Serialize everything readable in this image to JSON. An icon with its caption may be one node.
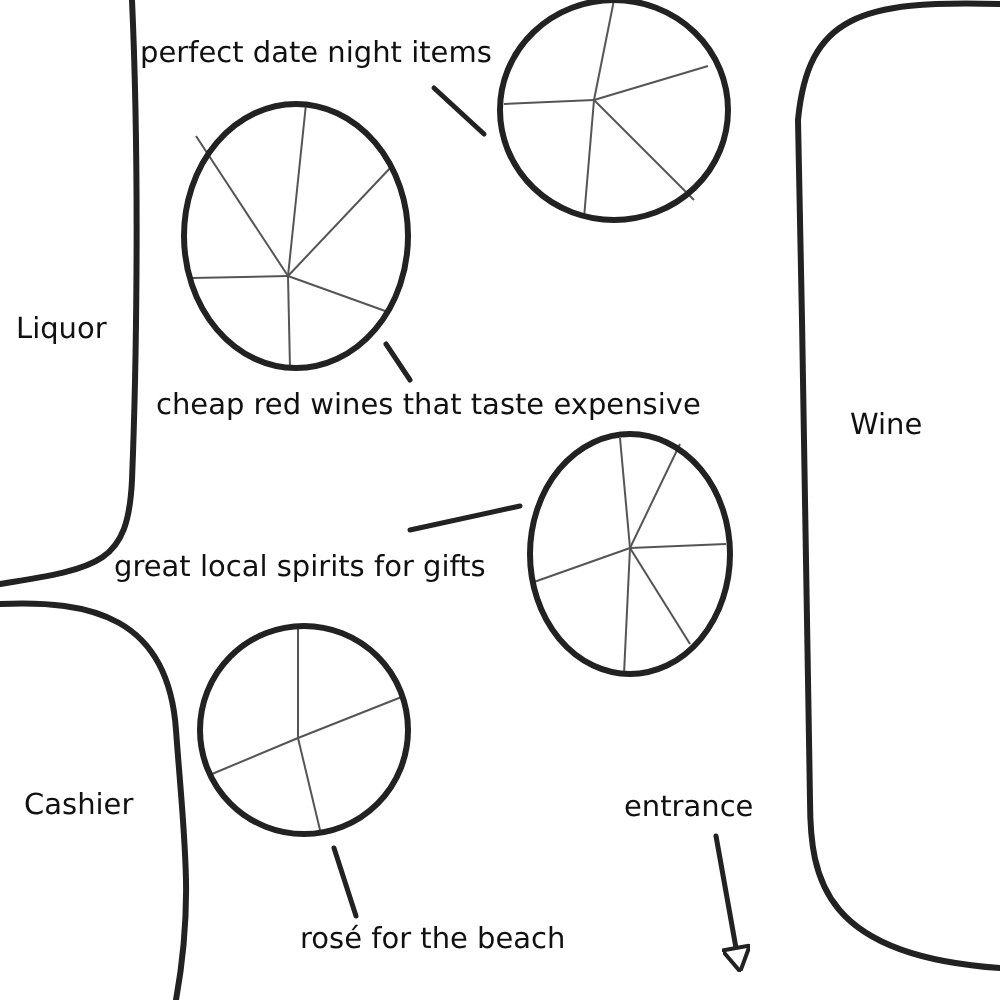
{
  "diagram": {
    "nodes": [
      {
        "text": [
          "perfect date night items"
        ]
      },
      {
        "text": [],
        "shape": "circle"
      },
      {
        "text": [],
        "shape": "circle"
      },
      {
        "text": [
          "cheap red wines that taste expensive"
        ]
      },
      {
        "text": [],
        "shape": "circle"
      },
      {
        "text": [
          "great local spirits for gifts"
        ]
      },
      {
        "text": [],
        "shape": "circle"
      },
      {
        "text": [
          "entrance"
        ]
      },
      {
        "text": [
          "rosé for the beach"
        ]
      }
    ],
    "edges": [
      {
        "from": 0,
        "to": 1,
        "arrow": "none"
      },
      {
        "from": 3,
        "to": 2,
        "arrow": "none"
      },
      {
        "from": 5,
        "to": 4,
        "arrow": "none"
      },
      {
        "from": 8,
        "to": 6,
        "arrow": "none"
      },
      {
        "from": 7,
        "to": null,
        "arrow": "to"
      }
    ],
    "labels": [
      "Liquor",
      "Wine",
      "Cashier"
    ]
  }
}
